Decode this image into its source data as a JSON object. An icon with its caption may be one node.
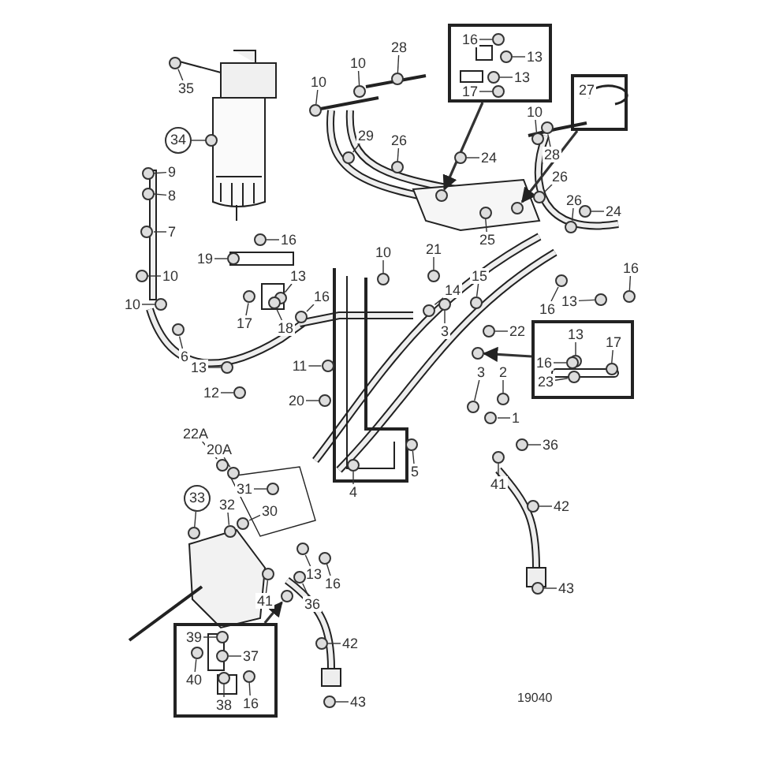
{
  "diagram": {
    "nodes": [
      {
        "text": [
          "35"
        ]
      },
      {
        "text": [
          "34"
        ]
      },
      {
        "text": [
          "9"
        ]
      },
      {
        "text": [
          "8"
        ]
      },
      {
        "text": [
          "7"
        ]
      },
      {
        "text": [
          "10"
        ]
      },
      {
        "text": [
          "10"
        ]
      },
      {
        "text": [
          "6"
        ]
      },
      {
        "text": [
          "16"
        ]
      },
      {
        "text": [
          "19"
        ]
      },
      {
        "text": [
          "13"
        ]
      },
      {
        "text": [
          "16"
        ]
      },
      {
        "text": [
          "17"
        ]
      },
      {
        "text": [
          "18"
        ]
      },
      {
        "text": [
          "10"
        ]
      },
      {
        "text": [
          "10"
        ]
      },
      {
        "text": [
          "28"
        ]
      },
      {
        "text": [
          "29"
        ]
      },
      {
        "text": [
          "26"
        ]
      },
      {
        "text": [],
        "shape": "box"
      },
      {
        "text": [
          "16"
        ],
        "in": 19
      },
      {
        "text": [
          "13"
        ],
        "in": 19
      },
      {
        "text": [
          "13"
        ],
        "in": 19
      },
      {
        "text": [
          "17"
        ],
        "in": 19
      },
      {
        "text": [],
        "shape": "box"
      },
      {
        "text": [
          "27"
        ],
        "in": 24
      },
      {
        "text": [
          "10"
        ]
      },
      {
        "text": [
          "24"
        ]
      },
      {
        "text": [
          "28"
        ]
      },
      {
        "text": [
          "26"
        ]
      },
      {
        "text": [
          "26"
        ]
      },
      {
        "text": [
          "24"
        ]
      },
      {
        "text": [
          "25"
        ]
      },
      {
        "text": [
          "21"
        ]
      },
      {
        "text": [
          "10"
        ]
      },
      {
        "text": [
          "15"
        ]
      },
      {
        "text": [
          "14"
        ]
      },
      {
        "text": [
          "16"
        ]
      },
      {
        "text": [
          "16"
        ]
      },
      {
        "text": [
          "13"
        ]
      },
      {
        "text": [
          "3"
        ]
      },
      {
        "text": [
          "22"
        ]
      },
      {
        "text": [],
        "shape": "box"
      },
      {
        "text": [
          "13"
        ],
        "in": 42
      },
      {
        "text": [
          "17"
        ],
        "in": 42
      },
      {
        "text": [
          "16"
        ],
        "in": 42
      },
      {
        "text": [
          "23"
        ],
        "in": 42
      },
      {
        "text": [
          "11"
        ]
      },
      {
        "text": [
          "13"
        ]
      },
      {
        "text": [
          "12"
        ]
      },
      {
        "text": [
          "20"
        ]
      },
      {
        "text": [
          "22A"
        ]
      },
      {
        "text": [
          "20A"
        ]
      },
      {
        "text": [
          "33"
        ]
      },
      {
        "text": [
          "31"
        ]
      },
      {
        "text": [
          "32"
        ]
      },
      {
        "text": [
          "30"
        ]
      },
      {
        "text": [
          "5"
        ]
      },
      {
        "text": [
          "4"
        ]
      },
      {
        "text": [
          "3"
        ]
      },
      {
        "text": [
          "2"
        ]
      },
      {
        "text": [
          "1"
        ]
      },
      {
        "text": [
          "36"
        ]
      },
      {
        "text": [
          "41"
        ]
      },
      {
        "text": [
          "42"
        ]
      },
      {
        "text": [
          "43"
        ]
      },
      {
        "text": [
          "13"
        ]
      },
      {
        "text": [
          "16"
        ]
      },
      {
        "text": [
          "41"
        ]
      },
      {
        "text": [
          "36"
        ]
      },
      {
        "text": [
          "42"
        ]
      },
      {
        "text": [
          "43"
        ]
      },
      {
        "text": [],
        "shape": "box"
      },
      {
        "text": [
          "39"
        ],
        "in": 72
      },
      {
        "text": [
          "37"
        ],
        "in": 72
      },
      {
        "text": [
          "40"
        ],
        "in": 72
      },
      {
        "text": [
          "38"
        ],
        "in": 72
      },
      {
        "text": [
          "16"
        ],
        "in": 72
      },
      {
        "text": [],
        "shape": "circle"
      },
      {
        "text": [],
        "shape": "circle"
      },
      {
        "text": [],
        "shape": "circle"
      },
      {
        "text": [],
        "shape": "circle"
      },
      {
        "text": [],
        "shape": "circle"
      },
      {
        "text": [],
        "shape": "circle"
      },
      {
        "text": [],
        "shape": "circle"
      },
      {
        "text": [],
        "shape": "circle"
      },
      {
        "text": [],
        "shape": "circle"
      },
      {
        "text": [],
        "shape": "circle"
      },
      {
        "text": [],
        "shape": "circle"
      },
      {
        "text": [],
        "shape": "circle"
      },
      {
        "text": [],
        "shape": "circle"
      },
      {
        "text": [],
        "shape": "circle"
      },
      {
        "text": [],
        "shape": "circle"
      },
      {
        "text": [],
        "shape": "circle"
      },
      {
        "text": [],
        "shape": "circle"
      },
      {
        "text": [],
        "shape": "circle"
      },
      {
        "text": [],
        "shape": "circle"
      },
      {
        "text": [],
        "shape": "circle"
      },
      {
        "text": [],
        "shape": "circle",
        "in": 19
      },
      {
        "text": [],
        "shape": "circle",
        "in": 19
      },
      {
        "text": [],
        "shape": "circle",
        "in": 19
      },
      {
        "text": [],
        "shape": "circle",
        "in": 19
      },
      {
        "text": [],
        "shape": "circle"
      },
      {
        "text": [],
        "shape": "circle"
      },
      {
        "text": [],
        "shape": "circle"
      },
      {
        "text": [],
        "shape": "circle"
      },
      {
        "text": [],
        "shape": "circle"
      },
      {
        "text": [],
        "shape": "circle"
      },
      {
        "text": [],
        "shape": "circle"
      },
      {
        "text": [],
        "shape": "circle"
      },
      {
        "text": [],
        "shape": "circle"
      },
      {
        "text": [],
        "shape": "circle"
      },
      {
        "text": [],
        "shape": "circle"
      },
      {
        "text": [],
        "shape": "circle"
      },
      {
        "text": [],
        "shape": "circle"
      },
      {
        "text": [],
        "shape": "circle"
      },
      {
        "text": [],
        "shape": "circle"
      },
      {
        "text": [],
        "shape": "circle"
      },
      {
        "text": [],
        "shape": "circle"
      },
      {
        "text": [],
        "shape": "circle"
      },
      {
        "text": [],
        "shape": "circle",
        "in": 42
      },
      {
        "text": [],
        "shape": "circle",
        "in": 42
      },
      {
        "text": [],
        "shape": "circle",
        "in": 42
      },
      {
        "text": [],
        "shape": "circle",
        "in": 42
      },
      {
        "text": [],
        "shape": "circle"
      },
      {
        "text": [],
        "shape": "circle"
      },
      {
        "text": [],
        "shape": "circle"
      },
      {
        "text": [],
        "shape": "circle"
      },
      {
        "text": [],
        "shape": "circle"
      },
      {
        "text": [],
        "shape": "circle"
      },
      {
        "text": [],
        "shape": "circle"
      },
      {
        "text": [],
        "shape": "circle"
      },
      {
        "text": [],
        "shape": "circle"
      },
      {
        "text": [],
        "shape": "circle"
      },
      {
        "text": [],
        "shape": "circle"
      },
      {
        "text": [],
        "shape": "circle"
      },
      {
        "text": [],
        "shape": "circle"
      },
      {
        "text": [],
        "shape": "circle"
      },
      {
        "text": [],
        "shape": "circle"
      },
      {
        "text": [],
        "shape": "circle"
      },
      {
        "text": [],
        "shape": "circle"
      },
      {
        "text": [],
        "shape": "circle"
      },
      {
        "text": [],
        "shape": "circle"
      },
      {
        "text": [],
        "shape": "circle"
      },
      {
        "text": [],
        "shape": "circle"
      },
      {
        "text": [],
        "shape": "circle"
      },
      {
        "text": [],
        "shape": "circle"
      },
      {
        "text": [],
        "shape": "circle"
      },
      {
        "text": [],
        "shape": "circle"
      },
      {
        "text": [],
        "shape": "circle"
      },
      {
        "text": [],
        "shape": "circle",
        "in": 72
      },
      {
        "text": [],
        "shape": "circle",
        "in": 72
      },
      {
        "text": [],
        "shape": "circle",
        "in": 72
      },
      {
        "text": [],
        "shape": "circle",
        "in": 72
      },
      {
        "text": [],
        "shape": "circle",
        "in": 72
      }
    ],
    "edges": [
      {
        "from": 0,
        "to": 78,
        "arrow": "none"
      },
      {
        "from": 1,
        "to": 79,
        "arrow": "none"
      },
      {
        "from": 2,
        "to": 80,
        "arrow": "none"
      },
      {
        "from": 3,
        "to": 81,
        "arrow": "none"
      },
      {
        "from": 4,
        "to": 82,
        "arrow": "none"
      },
      {
        "from": 5,
        "to": 83,
        "arrow": "none"
      },
      {
        "from": 6,
        "to": 84,
        "arrow": "none"
      },
      {
        "from": 7,
        "to": 85,
        "arrow": "none"
      },
      {
        "from": 8,
        "to": 86,
        "arrow": "none"
      },
      {
        "from": 9,
        "to": 87,
        "arrow": "none"
      },
      {
        "from": 10,
        "to": 88,
        "arrow": "none"
      },
      {
        "from": 11,
        "to": 89,
        "arrow": "none"
      },
      {
        "from": 12,
        "to": 90,
        "arrow": "none"
      },
      {
        "from": 13,
        "to": 91,
        "arrow": "none"
      },
      {
        "from": 14,
        "to": 92,
        "arrow": "none"
      },
      {
        "from": 15,
        "to": 93,
        "arrow": "none"
      },
      {
        "from": 16,
        "to": 94,
        "arrow": "none"
      },
      {
        "from": 17,
        "to": 95,
        "arrow": "none"
      },
      {
        "from": 18,
        "to": 96,
        "arrow": "none"
      },
      {
        "from": 19,
        "to": 97,
        "arrow": "to"
      },
      {
        "from": 20,
        "to": 98,
        "arrow": "none"
      },
      {
        "from": 21,
        "to": 99,
        "arrow": "none"
      },
      {
        "from": 22,
        "to": 100,
        "arrow": "none"
      },
      {
        "from": 23,
        "to": 101,
        "arrow": "none"
      },
      {
        "from": 24,
        "to": 102,
        "arrow": "to"
      },
      {
        "from": 26,
        "to": 103,
        "arrow": "none"
      },
      {
        "from": 27,
        "to": 104,
        "arrow": "none"
      },
      {
        "from": 28,
        "to": 105,
        "arrow": "none"
      },
      {
        "from": 29,
        "to": 106,
        "arrow": "none"
      },
      {
        "from": 30,
        "to": 107,
        "arrow": "none"
      },
      {
        "from": 31,
        "to": 108,
        "arrow": "none"
      },
      {
        "from": 32,
        "to": 109,
        "arrow": "none"
      },
      {
        "from": 33,
        "to": 110,
        "arrow": "none"
      },
      {
        "from": 34,
        "to": 111,
        "arrow": "none"
      },
      {
        "from": 35,
        "to": 112,
        "arrow": "none"
      },
      {
        "from": 36,
        "to": 113,
        "arrow": "none"
      },
      {
        "from": 37,
        "to": 114,
        "arrow": "none"
      },
      {
        "from": 38,
        "to": 115,
        "arrow": "none"
      },
      {
        "from": 39,
        "to": 116,
        "arrow": "none"
      },
      {
        "from": 40,
        "to": 117,
        "arrow": "none"
      },
      {
        "from": 41,
        "to": 118,
        "arrow": "none"
      },
      {
        "from": 42,
        "to": 119,
        "arrow": "to"
      },
      {
        "from": 43,
        "to": 120,
        "arrow": "none"
      },
      {
        "from": 44,
        "to": 121,
        "arrow": "none"
      },
      {
        "from": 45,
        "to": 122,
        "arrow": "none"
      },
      {
        "from": 46,
        "to": 123,
        "arrow": "none"
      },
      {
        "from": 47,
        "to": 124,
        "arrow": "none"
      },
      {
        "from": 48,
        "to": 125,
        "arrow": "none"
      },
      {
        "from": 49,
        "to": 126,
        "arrow": "none"
      },
      {
        "from": 50,
        "to": 127,
        "arrow": "none"
      },
      {
        "from": 51,
        "to": 128,
        "arrow": "none"
      },
      {
        "from": 52,
        "to": 129,
        "arrow": "none"
      },
      {
        "from": 53,
        "to": 130,
        "arrow": "none"
      },
      {
        "from": 54,
        "to": 131,
        "arrow": "none"
      },
      {
        "from": 55,
        "to": 132,
        "arrow": "none"
      },
      {
        "from": 56,
        "to": 133,
        "arrow": "none"
      },
      {
        "from": 57,
        "to": 134,
        "arrow": "none"
      },
      {
        "from": 58,
        "to": 135,
        "arrow": "none"
      },
      {
        "from": 59,
        "to": 136,
        "arrow": "none"
      },
      {
        "from": 60,
        "to": 137,
        "arrow": "none"
      },
      {
        "from": 61,
        "to": 138,
        "arrow": "none"
      },
      {
        "from": 62,
        "to": 139,
        "arrow": "none"
      },
      {
        "from": 63,
        "to": 140,
        "arrow": "none"
      },
      {
        "from": 64,
        "to": 141,
        "arrow": "none"
      },
      {
        "from": 65,
        "to": 142,
        "arrow": "none"
      },
      {
        "from": 66,
        "to": 143,
        "arrow": "none"
      },
      {
        "from": 67,
        "to": 144,
        "arrow": "none"
      },
      {
        "from": 68,
        "to": 145,
        "arrow": "none"
      },
      {
        "from": 69,
        "to": 146,
        "arrow": "none"
      },
      {
        "from": 70,
        "to": 147,
        "arrow": "none"
      },
      {
        "from": 71,
        "to": 148,
        "arrow": "none"
      },
      {
        "from": 72,
        "to": 149,
        "arrow": "to"
      },
      {
        "from": 73,
        "to": 150,
        "arrow": "none"
      },
      {
        "from": 74,
        "to": 151,
        "arrow": "none"
      },
      {
        "from": 75,
        "to": 152,
        "arrow": "none"
      },
      {
        "from": 76,
        "to": 153,
        "arrow": "none"
      },
      {
        "from": 77,
        "to": 154,
        "arrow": "none"
      }
    ],
    "labels": [
      "19040"
    ]
  }
}
